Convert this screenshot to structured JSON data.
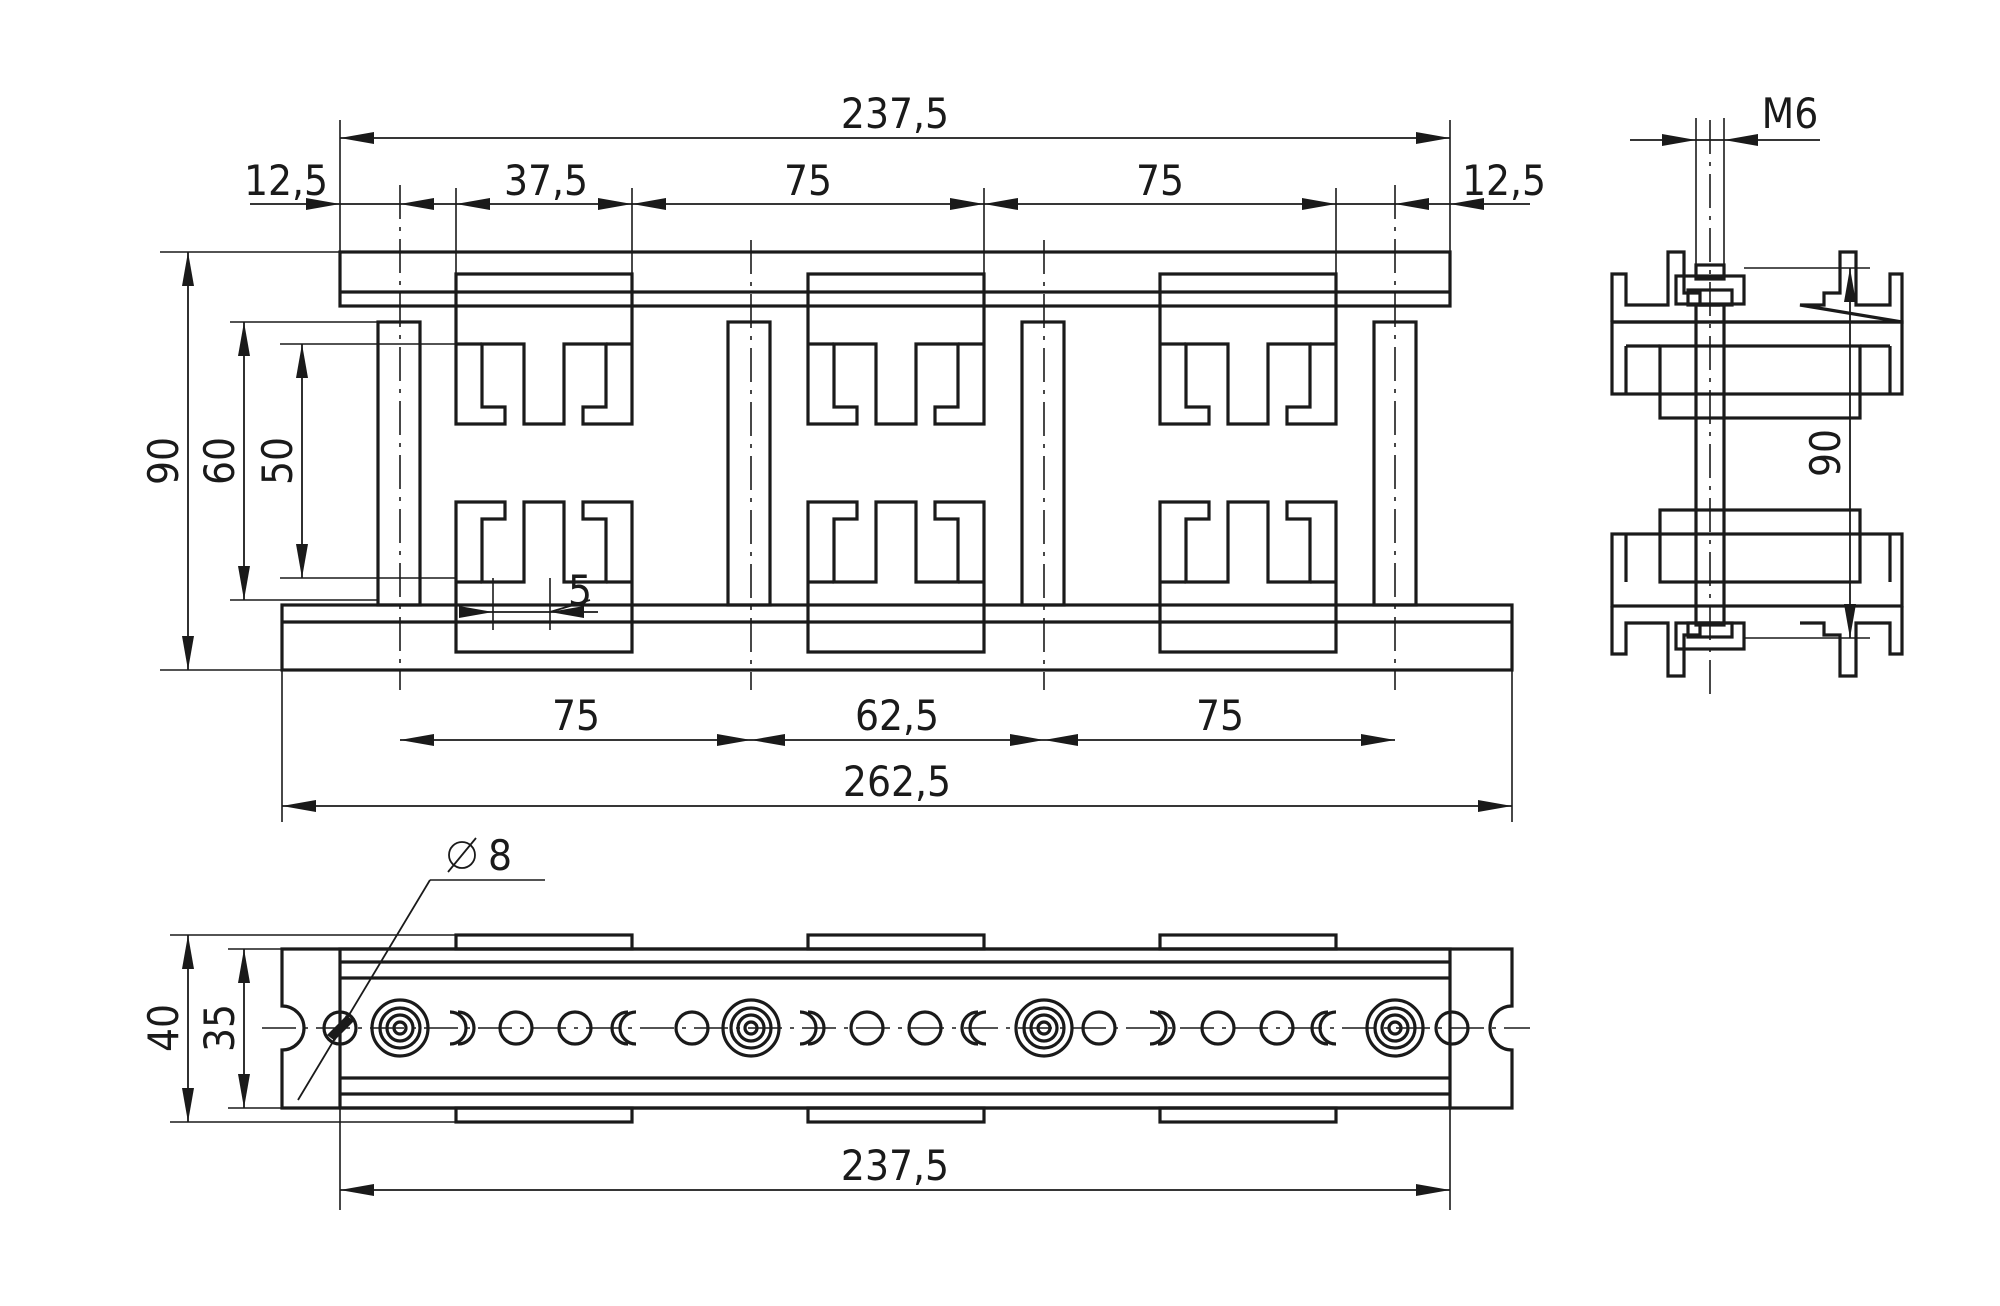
{
  "front_view": {
    "overall_top": "237,5",
    "edge_left": "12,5",
    "block_width": "37,5",
    "pitch_1": "75",
    "pitch_2": "75",
    "edge_right": "12,5",
    "height_total": "90",
    "height_60": "60",
    "height_50": "50",
    "slot": "5",
    "bottom_1": "75",
    "bottom_2": "62,5",
    "bottom_3": "75",
    "overall_bottom": "262,5"
  },
  "side_view": {
    "thread": "M6",
    "height": "90"
  },
  "top_view": {
    "hole_dia": "8",
    "height_40": "40",
    "height_35": "35",
    "overall": "237,5"
  },
  "colors": {
    "line": "#1a1a1a",
    "background": "#ffffff"
  }
}
